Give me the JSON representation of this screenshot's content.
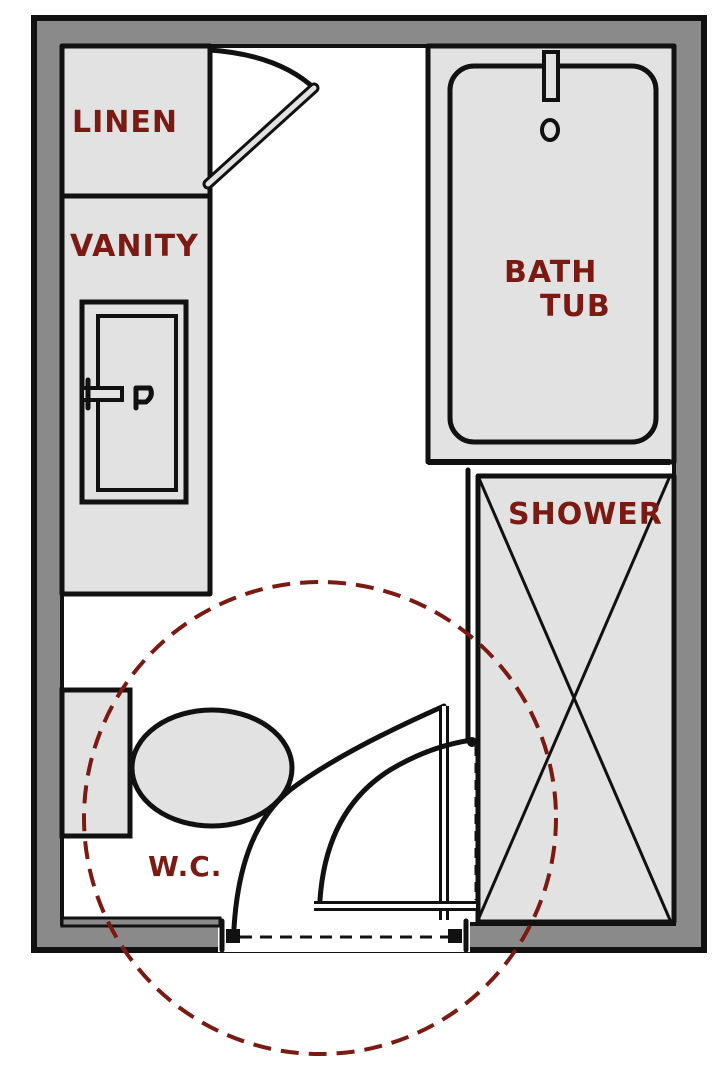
{
  "labels": {
    "linen": "LINEN",
    "vanity": "VANITY",
    "bath_tub_line1": "BATH",
    "bath_tub_line2": "TUB",
    "shower": "SHOWER",
    "wc": "W.C."
  },
  "colors": {
    "wall_outer": "#111111",
    "wall_fill": "#8a8a8a",
    "fixture_fill": "#e2e2e2",
    "floor": "#ffffff",
    "label": "#7a1a12",
    "clearance_circle": "#7a1a12"
  },
  "icons": {
    "sink_faucet": "faucet-icon",
    "tub_drain": "drain-icon"
  }
}
